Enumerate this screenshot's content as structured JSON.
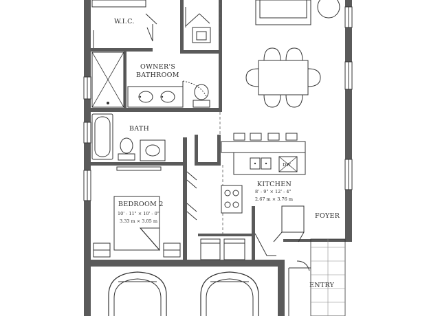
{
  "rooms": {
    "wic": "W.I.C.",
    "owners_bath_line1": "OWNER'S",
    "owners_bath_line2": "BATHROOM",
    "bath": "BATH",
    "kitchen": "KITCHEN",
    "kitchen_dim_imperial": "8' - 9\" × 12' - 4\"",
    "kitchen_dim_metric": "2.67 m × 3.76 m",
    "bedroom2": "BEDROOM 2",
    "bedroom2_dim_imperial": "10' - 11\" × 10' - 0\"",
    "bedroom2_dim_metric": "3.33 m × 3.05 m",
    "foyer": "FOYER",
    "entry": "ENTRY",
    "dw": "DW"
  }
}
